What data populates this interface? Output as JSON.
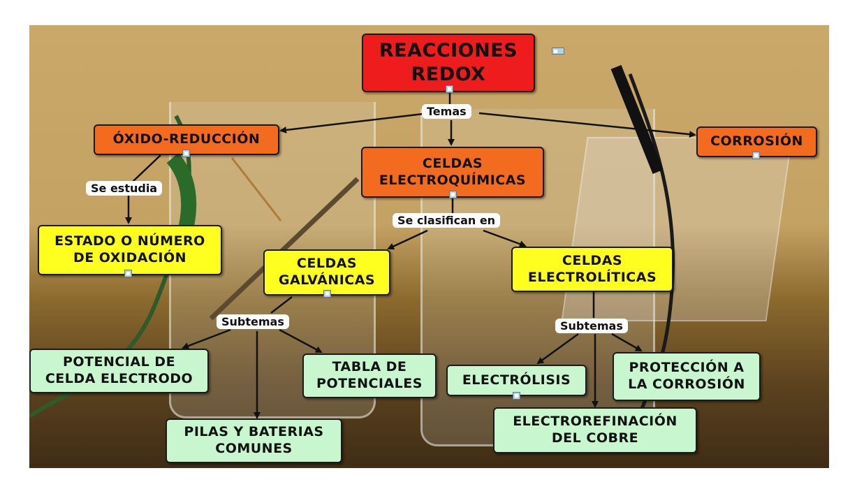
{
  "nodes": {
    "reacciones_redox": "REACCIONES\nREDOX",
    "oxido_reduccion": "ÓXIDO-REDUCCIÓN",
    "celdas_electroquimicas": "CELDAS\nELECTROQUÍMICAS",
    "corrosion": "CORROSIÓN",
    "estado_oxidacion": "ESTADO O NÚMERO\nDE OXIDACIÓN",
    "celdas_galvanicas": "CELDAS\nGALVÁNICAS",
    "celdas_electroliticas": "CELDAS\nELECTROLÍTICAS",
    "potencial_celda": "POTENCIAL DE\nCELDA ELECTRODO",
    "tabla_potenciales": "TABLA DE\nPOTENCIALES",
    "pilas_baterias": "PILAS Y BATERIAS\nCOMUNES",
    "electrolisis": "ELECTRÓLISIS",
    "proteccion_corrosion": "PROTECCIÓN A\nLA CORROSIÓN",
    "electrorefinacion": "ELECTROREFINACIÓN\nDEL COBRE"
  },
  "link_labels": {
    "temas": "Temas",
    "se_estudia": "Se estudia",
    "se_clasifican_en": "Se clasifican en",
    "subtemas_galvanicas": "Subtemas",
    "subtemas_electroliticas": "Subtemas"
  },
  "colors": {
    "root": "#ee1c1c",
    "level1": "#f26b1e",
    "level2": "#ffff1f",
    "level3": "#c8f7cf",
    "link": "#111111",
    "label_bg": "#ffffff"
  },
  "icons": [
    "resource-icon",
    "note-icon"
  ]
}
